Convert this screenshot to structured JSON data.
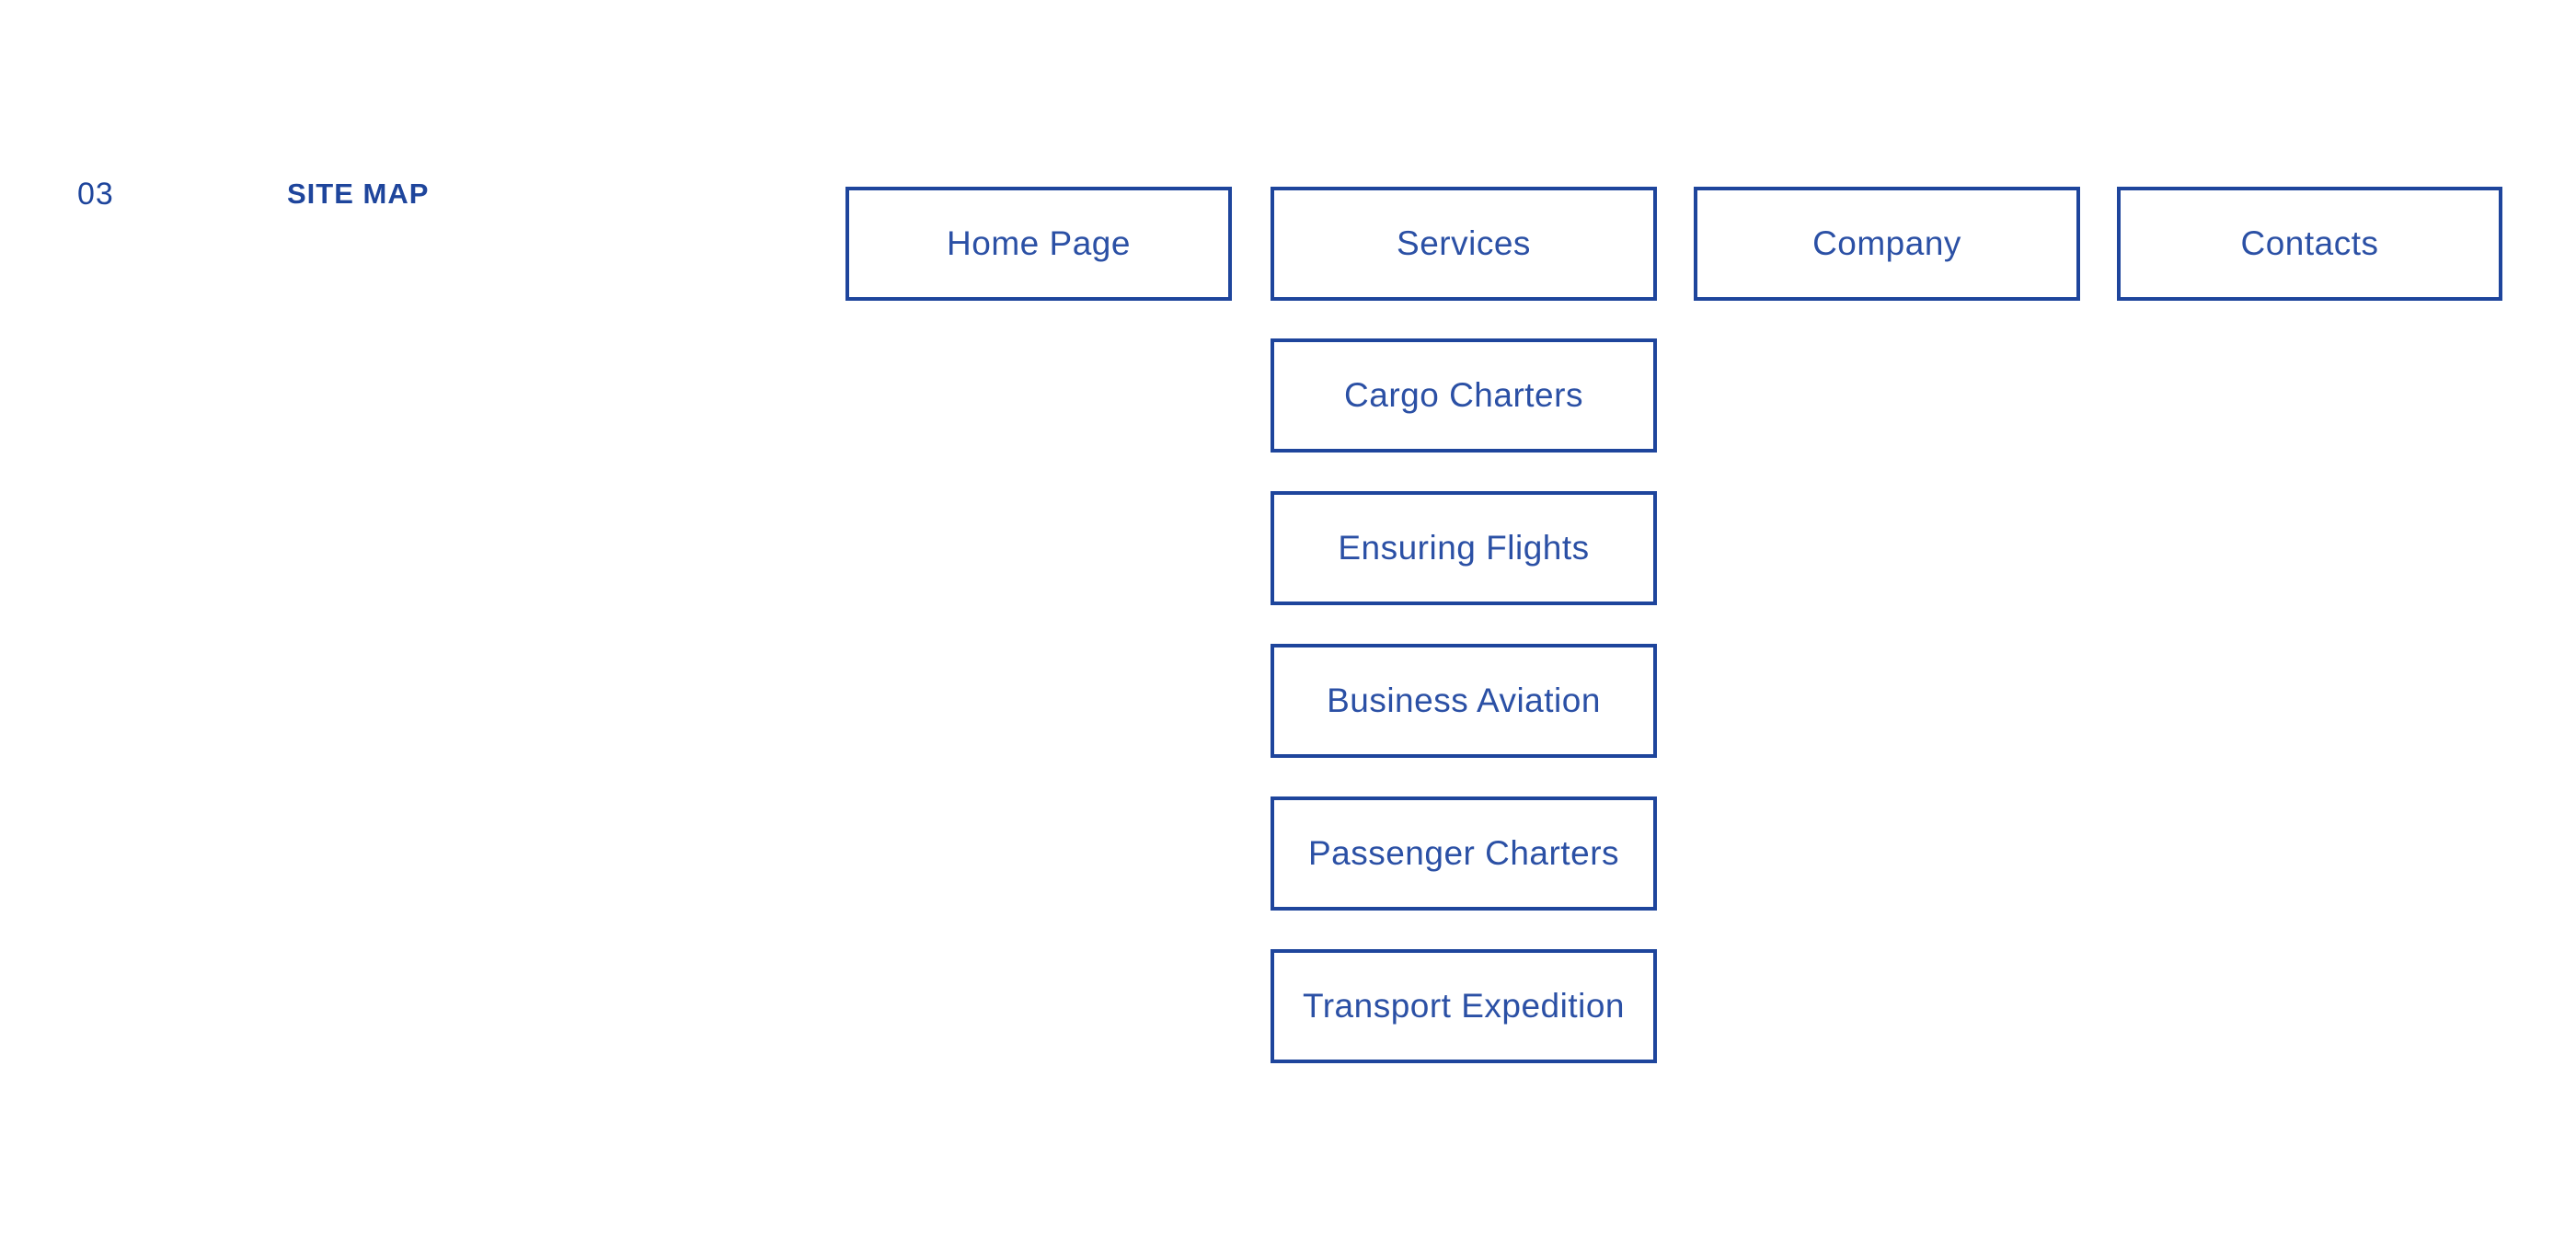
{
  "page": {
    "section_number": "03",
    "section_title": "SITE MAP"
  },
  "colors": {
    "accent_border": "#1E459C",
    "accent_text": "#2B50A5",
    "background": "#FFFFFF"
  },
  "sitemap": {
    "top_level": [
      {
        "label": "Home Page"
      },
      {
        "label": "Services"
      },
      {
        "label": "Company"
      },
      {
        "label": "Contacts"
      }
    ],
    "services_children": [
      {
        "label": "Cargo Charters"
      },
      {
        "label": "Ensuring Flights"
      },
      {
        "label": "Business Aviation"
      },
      {
        "label": "Passenger Charters"
      },
      {
        "label": "Transport Expedition"
      }
    ]
  }
}
